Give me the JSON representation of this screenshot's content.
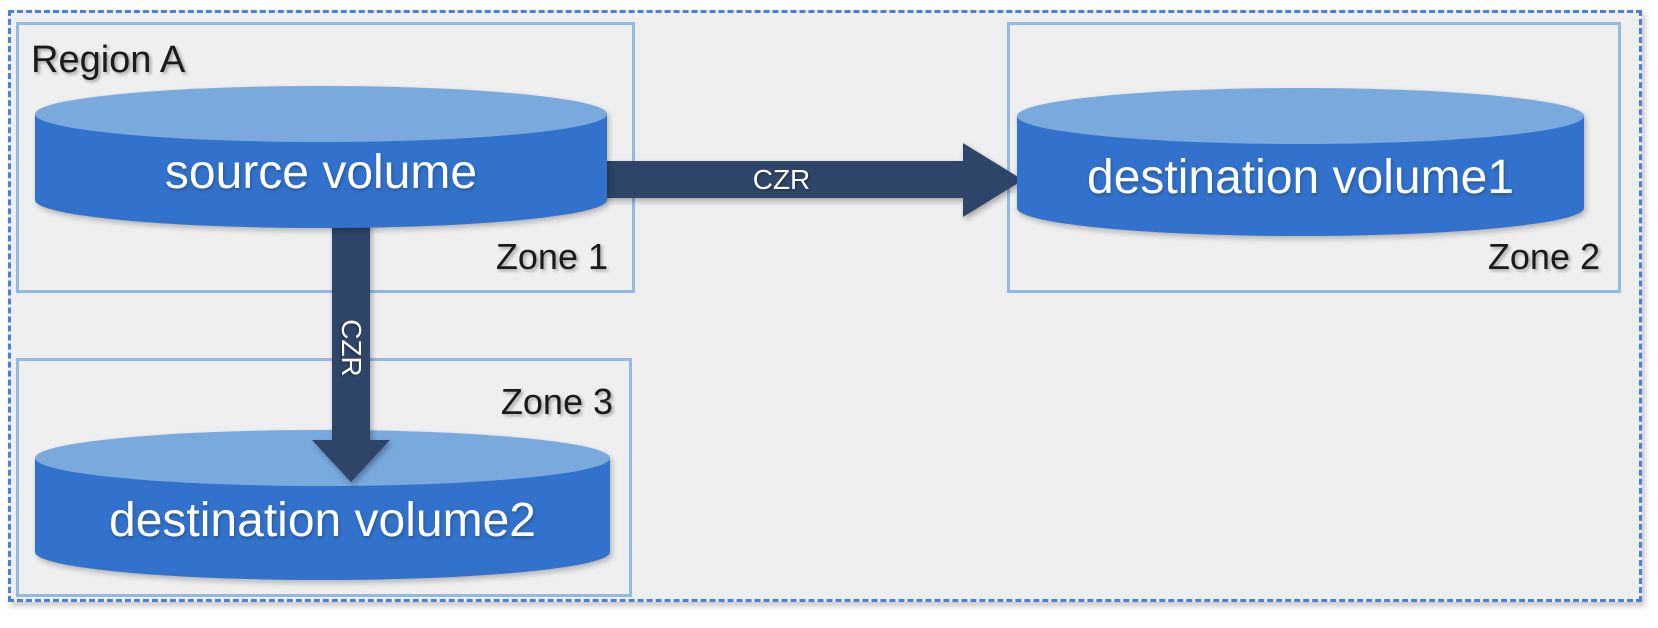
{
  "region": {
    "label": "Region A"
  },
  "zones": [
    {
      "label": "Zone 1"
    },
    {
      "label": "Zone 2"
    },
    {
      "label": "Zone 3"
    }
  ],
  "volumes": [
    {
      "label": "source volume",
      "zone": "Zone 1"
    },
    {
      "label": "destination volume1",
      "zone": "Zone 2"
    },
    {
      "label": "destination volume2",
      "zone": "Zone 3"
    }
  ],
  "arrows": [
    {
      "label": "CZR",
      "from": "source volume",
      "to": "destination volume1",
      "direction": "right"
    },
    {
      "label": "CZR",
      "from": "source volume",
      "to": "destination volume2",
      "direction": "down"
    }
  ],
  "colors": {
    "cylinder_body": "#3272CC",
    "cylinder_top": "#7AA9DE",
    "arrow": "#2E4468",
    "zone_border": "#94B9E2",
    "region_border": "#4A80D9",
    "region_fill": "#EFEFEF",
    "label_text": "#1B1B1B",
    "volume_text": "#FFFFFF"
  }
}
